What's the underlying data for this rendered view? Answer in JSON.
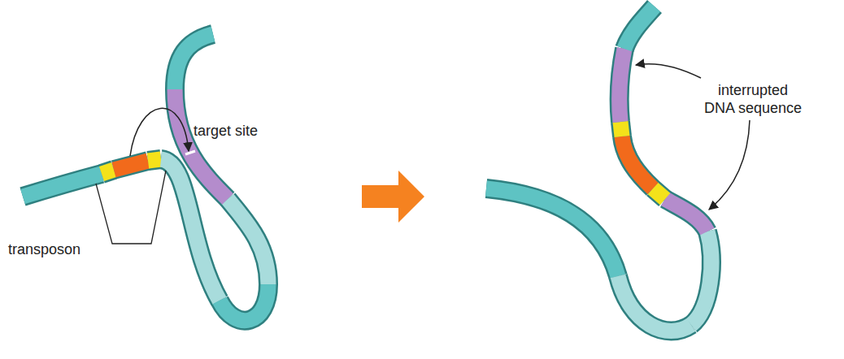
{
  "diagram": {
    "labels": [
      "target site",
      "transposon",
      "interrupted DNA sequence"
    ]
  }
}
